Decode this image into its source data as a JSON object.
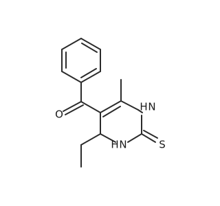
{
  "molecule": {
    "atoms": {
      "oxygen": "O",
      "nh_top": "H",
      "n_top": "N",
      "nh_bottom": "H",
      "n_bottom": "N",
      "sulfur": "S"
    }
  }
}
